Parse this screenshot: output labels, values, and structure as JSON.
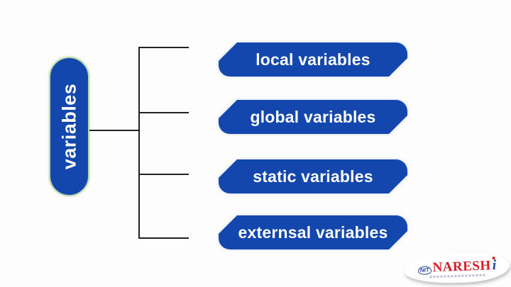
{
  "diagram": {
    "root_label": "variables",
    "branches": [
      {
        "label": "local variables"
      },
      {
        "label": "global variables"
      },
      {
        "label": "static variables"
      },
      {
        "label": "externsal variables"
      }
    ]
  },
  "logo": {
    "emblem": "NIT",
    "brand": "NARESH",
    "suffix_letter": "i"
  },
  "colors": {
    "node_blue": "#1347ae",
    "pill_border": "#b9d8a8",
    "connector": "#222222",
    "background": "#fdfdfd",
    "logo_red": "#d31f26",
    "logo_blue": "#27489c"
  }
}
